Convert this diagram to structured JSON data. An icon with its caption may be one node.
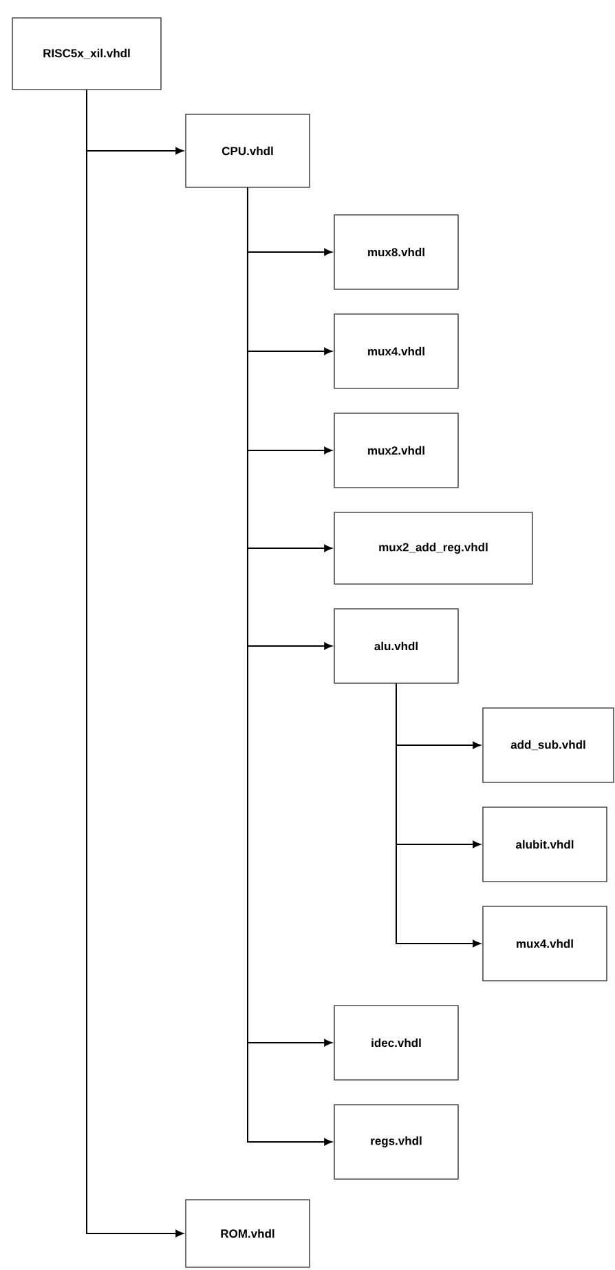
{
  "diagram": {
    "nodes": [
      {
        "text": [
          "RISC5x_xil.vhdl"
        ]
      },
      {
        "text": [
          "CPU.vhdl"
        ]
      },
      {
        "text": [
          "mux8.vhdl"
        ]
      },
      {
        "text": [
          "mux4.vhdl"
        ]
      },
      {
        "text": [
          "mux2.vhdl"
        ]
      },
      {
        "text": [
          "mux2_add_reg.vhdl"
        ]
      },
      {
        "text": [
          "alu.vhdl"
        ]
      },
      {
        "text": [
          "add_sub.vhdl"
        ]
      },
      {
        "text": [
          "alubit.vhdl"
        ]
      },
      {
        "text": [
          "mux4.vhdl"
        ]
      },
      {
        "text": [
          "idec.vhdl"
        ]
      },
      {
        "text": [
          "regs.vhdl"
        ]
      },
      {
        "text": [
          "ROM.vhdl"
        ]
      }
    ],
    "edges": [
      {
        "from": 0,
        "to": 1,
        "arrow": "to"
      },
      {
        "from": 0,
        "to": 12,
        "arrow": "to"
      },
      {
        "from": 1,
        "to": 2,
        "arrow": "to"
      },
      {
        "from": 1,
        "to": 3,
        "arrow": "to"
      },
      {
        "from": 1,
        "to": 4,
        "arrow": "to"
      },
      {
        "from": 1,
        "to": 5,
        "arrow": "to"
      },
      {
        "from": 1,
        "to": 6,
        "arrow": "to"
      },
      {
        "from": 1,
        "to": 10,
        "arrow": "to"
      },
      {
        "from": 1,
        "to": 11,
        "arrow": "to"
      },
      {
        "from": 6,
        "to": 7,
        "arrow": "to"
      },
      {
        "from": 6,
        "to": 8,
        "arrow": "to"
      },
      {
        "from": 6,
        "to": 9,
        "arrow": "to"
      }
    ]
  }
}
